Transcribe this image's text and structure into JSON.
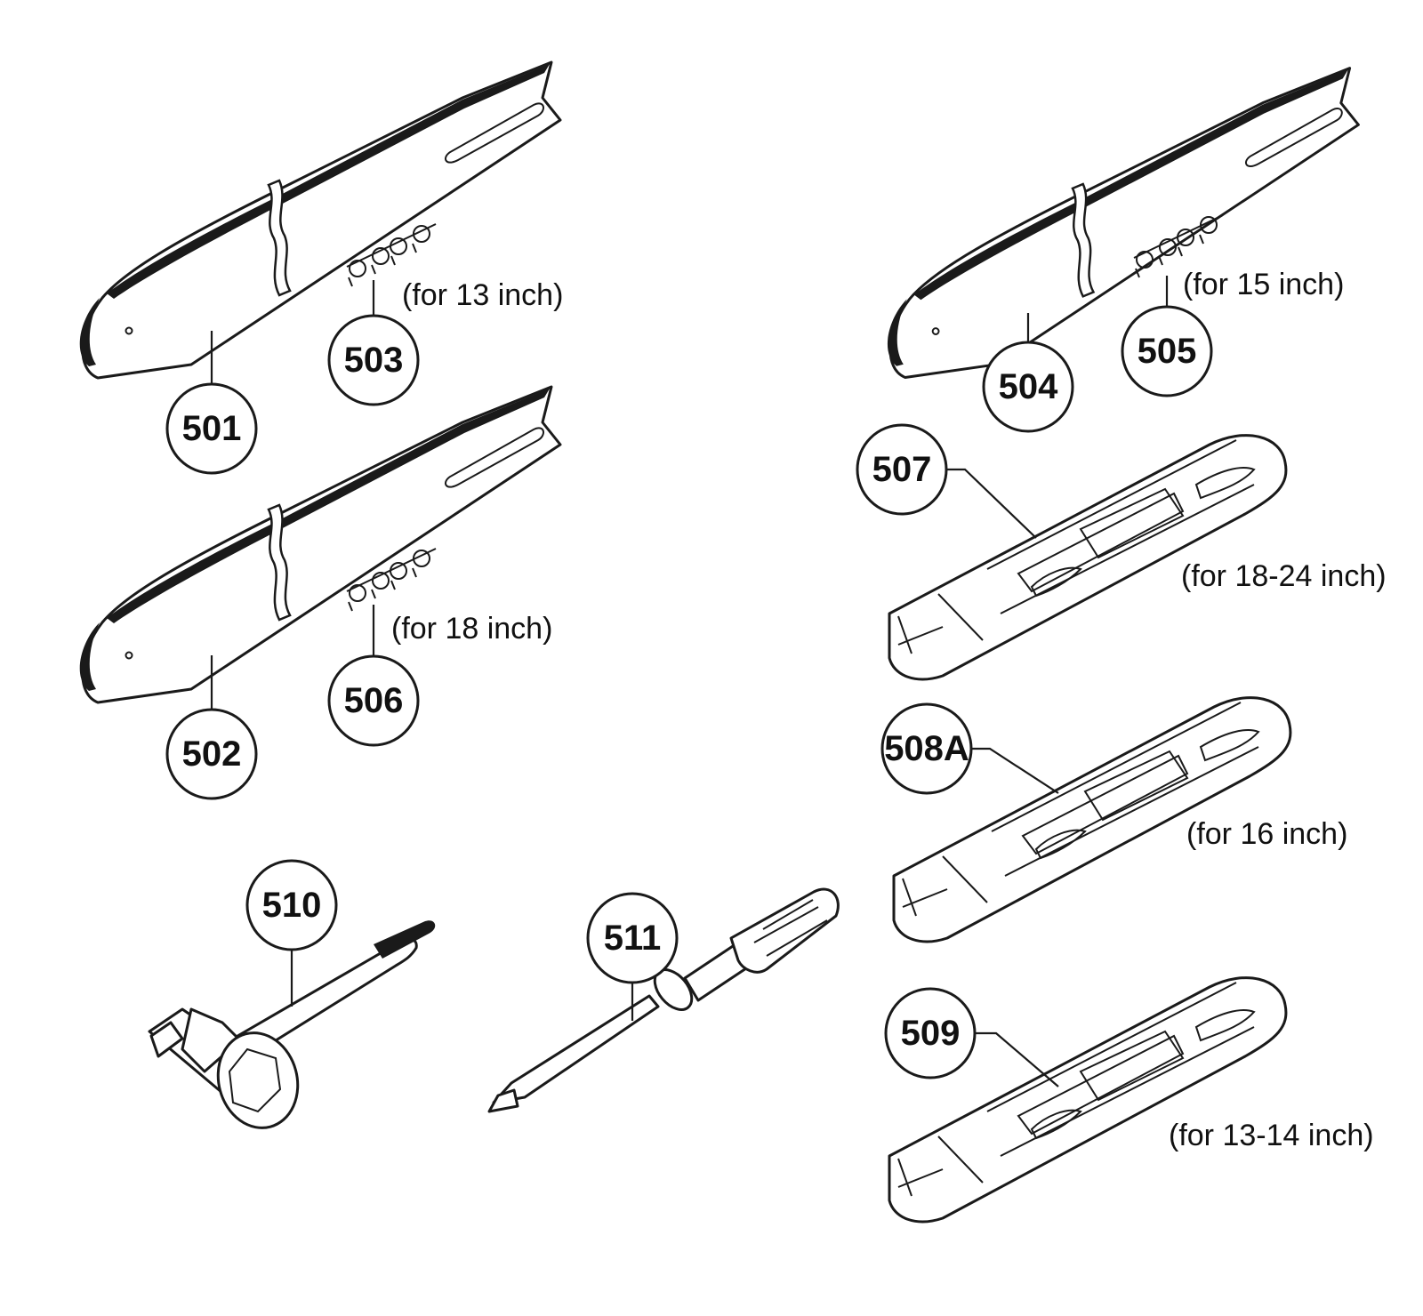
{
  "callouts": {
    "c501": "501",
    "c502": "502",
    "c503": "503",
    "c504": "504",
    "c505": "505",
    "c506": "506",
    "c507": "507",
    "c508A": "508A",
    "c509": "509",
    "c510": "510",
    "c511": "511"
  },
  "notes": {
    "n503": "(for 13 inch)",
    "n505": "(for 15 inch)",
    "n506": "(for 18 inch)",
    "n507": "(for 18-24 inch)",
    "n508A": "(for 16 inch)",
    "n509": "(for 13-14 inch)"
  },
  "colors": {
    "ink": "#1a1a1a",
    "paper": "#ffffff"
  },
  "icons": [
    "guide-bar-icon",
    "saw-chain-icon",
    "bar-cover-icon",
    "spark-plug-wrench-icon",
    "screwdriver-icon"
  ]
}
